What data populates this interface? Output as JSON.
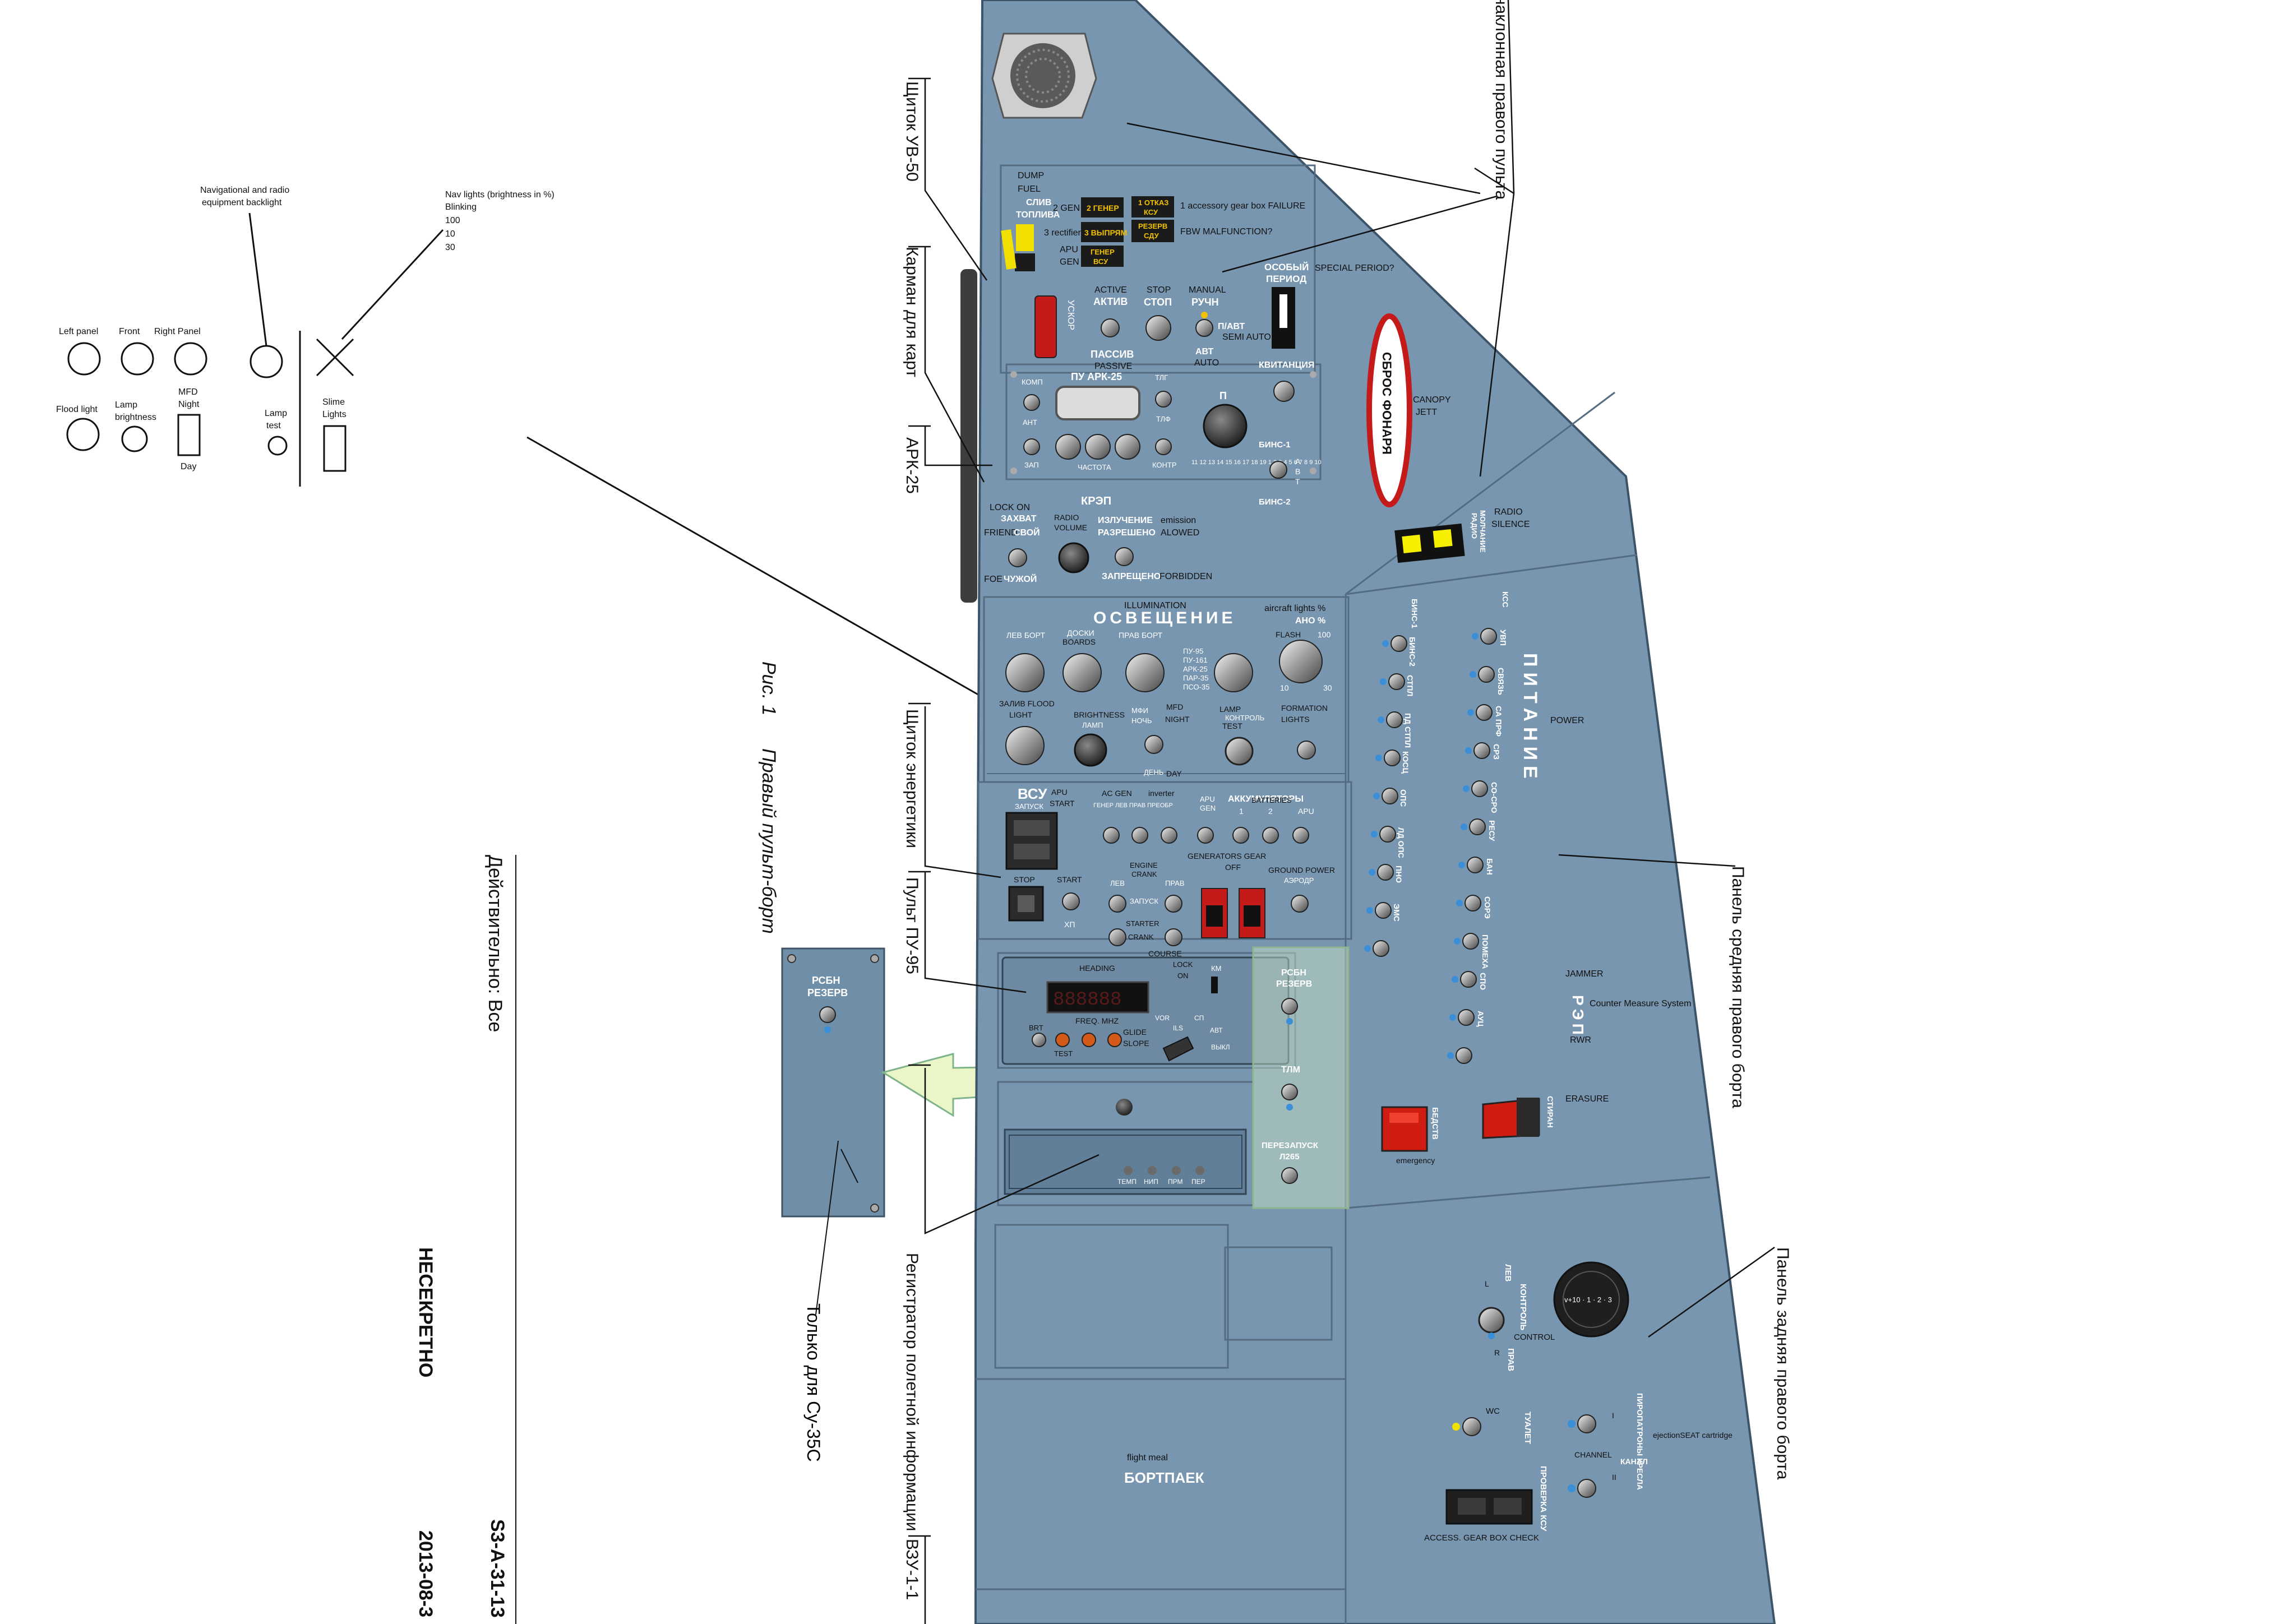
{
  "legend": {
    "left_panel": "Left panel",
    "front": "Front",
    "right_panel": "Right Panel",
    "nav_radio_1": "Navigational and radio",
    "nav_radio_2": "equipment backlight",
    "nav_lights_1": "Nav lights (brightness in %)",
    "nav_lights_2": "Blinking",
    "nav_lights_3": "100",
    "nav_lights_4": "10",
    "nav_lights_5": "30",
    "flood_light": "Flood light",
    "lamp_brightness_1": "Lamp",
    "lamp_brightness_2": "brightness",
    "mfd_1": "MFD",
    "mfd_2": "Night",
    "day": "Day",
    "lamp_test_1": "Lamp",
    "lamp_test_2": "test",
    "slime_1": "Slime",
    "slime_2": "Lights"
  },
  "callouts": {
    "uv50": "Щиток УВ-50",
    "map_pocket": "Карман для карт",
    "ark25": "АРК-25",
    "energy": "Щиток энергетики",
    "pu95": "Пульт ПУ-95",
    "flight_recorder": "Регистратор полетной информации",
    "vzu": "ВЗУ-1-1",
    "inclined_panel": "Панель наклонная правого пульта",
    "middle_panel": "Панель средняя правого борта",
    "rear_panel": "Панель задняя правого борта",
    "su35s_only": "Только для Су-35С"
  },
  "figure": {
    "caption_num": "Рис. 1",
    "caption_text": "Правый пульт-борт",
    "validity": "Действительно: Все",
    "classification": "НЕСЕКРЕТНО",
    "doc_code": "S3-A-31-13",
    "date": "2013-08-3"
  },
  "warning_panel": {
    "dump_fuel_1": "DUMP",
    "dump_fuel_2": "FUEL",
    "sliv_1": "СЛИВ",
    "sliv_2": "ТОПЛИВА",
    "gen2_en": "2 GEN",
    "gen2_ru": "2 ГЕНЕР",
    "otkaz_1": "1 ОТКАЗ",
    "otkaz_2": "КСУ",
    "accessory_failure": "1 accessory gear box FAILURE",
    "rectifier_en": "3 rectifier",
    "rectifier_ru": "3 ВЫПРЯМ",
    "rezerv_1": "РЕЗЕРВ",
    "rezerv_2": "СДУ",
    "fbw": "FBW MALFUNCTION?",
    "apu_gen_1": "APU",
    "apu_gen_2": "GEN",
    "gener_1": "ГЕНЕР",
    "gener_2": "ВСУ"
  },
  "activity": {
    "uskor": "УСКОР",
    "active_en": "ACTIVE",
    "active_ru": "АКТИВ",
    "passive_ru": "ПАССИВ",
    "passive_en": "PASSIVE",
    "stop_en": "STOP",
    "stop_ru": "СТОП",
    "manual_en": "MANUAL",
    "manual_ru": "РУЧН",
    "pi_avt": "П/АВТ",
    "semi_auto": "SEMI AUTO",
    "avt": "АВТ",
    "auto": "AUTO",
    "osoby_1": "ОСОБЫЙ",
    "osoby_2": "ПЕРИОД",
    "special_period": "SPECIAL PERIOD?",
    "kvitanciya": "КВИТАНЦИЯ",
    "canopy_ru": "СБРОС ФОНАРЯ",
    "canopy_en_1": "CANOPY",
    "canopy_en_2": "JETT"
  },
  "ark25": {
    "title": "ПУ АРК-25",
    "komp": "КОМП",
    "ant": "АНТ",
    "tlg": "ТЛГ",
    "tlf": "ТЛФ",
    "zap": "ЗАП",
    "chastota": "ЧАСТОТА",
    "kontr": "КОНТР",
    "dial_numbers": "11 12 13 14 15 16 17 18 19 1 2 3 4 5 6 7 8 9 10",
    "p": "П",
    "bins1": "БИНС-1",
    "a": "А",
    "v": "В",
    "t": "Т",
    "bins2": "БИНС-2"
  },
  "krep": {
    "title": "КРЭП",
    "lock_on": "LOCK ON",
    "zahvat": "ЗАХВАТ",
    "friend_en": "FRIEND",
    "friend_ru": "СВОЙ",
    "foe_en": "FOE",
    "foe_ru": "ЧУЖОЙ",
    "radio_1": "RADIO",
    "radio_2": "VOLUME",
    "izluchenie": "ИЗЛУЧЕНИЕ",
    "emission": "emission",
    "razresheno": "РАЗРЕШЕНО",
    "allowed": "ALOWED",
    "zapresheno": "ЗАПРЕЩЕНО",
    "forbidden": "FORBIDDEN",
    "radio_silence_1": "RADIO",
    "radio_silence_2": "SILENCE",
    "radio_mol_1": "РАДИО",
    "radio_mol_2": "МОЛЧАНИЕ"
  },
  "lighting": {
    "illumination": "ILLUMINATION",
    "title": "ОСВЕЩЕНИЕ",
    "aircraft_lights": "aircraft lights %",
    "ano": "АНО %",
    "flash": "FLASH",
    "n100": "100",
    "n10": "10",
    "n30": "30",
    "lev_bort": "ЛЕВ БОРТ",
    "doski_ru": "ДОСКИ",
    "boards": "BOARDS",
    "prav_bort": "ПРАВ БОРТ",
    "pu_list_1": "ПУ-95",
    "pu_list_2": "ПУ-161",
    "pu_list_3": "АРК-25",
    "pu_list_4": "ПАР-35",
    "pu_list_5": "ПСО-35",
    "flood_1": "ЗАЛИВ FLOOD",
    "flood_2": "LIGHT",
    "brightness": "BRIGHTNESS",
    "lamp_ru": "ЛАМП",
    "mfi_ru": "МФИ",
    "mfd": "MFD",
    "noch": "НОЧЬ",
    "night": "NIGHT",
    "den": "ДЕНЬ",
    "day": "DAY",
    "lamp_en": "LAMP",
    "kontrol": "КОНТРОЛЬ",
    "test": "TEST",
    "formation_1": "FORMATION",
    "formation_2": "LIGHTS"
  },
  "power": {
    "title": "ПИТАНИЕ",
    "power_en": "POWER",
    "col1": [
      "БИНС-1",
      "БИНС-2",
      "СТПЛ",
      "ПД СТПЛ",
      "КОСЦ",
      "ОПС",
      "ЛД ОПС",
      "ПНО",
      "ЭМС"
    ],
    "col2": [
      "КСС",
      "УВП",
      "СВЯЗЬ",
      "СА ПРФ",
      "СРЗ",
      "СО-СРО",
      "РЕСУ",
      "БАН",
      "СОРЭ",
      "ПОМЕХА",
      "СПО",
      "АУЦ"
    ],
    "rep": "РЭП",
    "jammer": "JAMMER",
    "cms": "Counter Measure System",
    "rwr": "RWR",
    "erasure": "ERASURE",
    "stiran": "СТИРАН",
    "bedstv": "БЕДСТВ",
    "emergency": "emergency"
  },
  "energy": {
    "vsu": "ВСУ",
    "zapusk": "ЗАПУСК",
    "apu_start_1": "APU",
    "apu_start_2": "START",
    "stop": "STOP",
    "start": "START",
    "hp": "ХП",
    "ac_gen": "AC GEN",
    "inverter": "inverter",
    "gen_row": "ГЕНЕР ЛЕВ ПРАВ ПРЕОБР",
    "apu_gen_1": "APU",
    "apu_gen_2": "GEN",
    "batteries": "АККУМУЛЯТОРЫ",
    "batteries_en": "BATTERIES",
    "b1": "1",
    "b2": "2",
    "b_apu": "APU",
    "engine": "ENGINE",
    "crank": "CRANK",
    "lev": "ЛЕВ",
    "prav": "ПРАВ",
    "start_ru": "ЗАПУСК",
    "starter": "STARTER",
    "crank2": "CRANK",
    "gen_gear_1": "GENERATORS GEAR",
    "gen_gear_2": "OFF",
    "ground_power": "GROUND POWER",
    "aerodrom": "АЭРОДР"
  },
  "pu95": {
    "heading": "HEADING",
    "course": "COURSE",
    "lock": "LOCK",
    "on": "ON",
    "km": "КМ",
    "display": "888888",
    "freq": "FREQ. MHZ",
    "test": "TEST",
    "glide": "GLIDE",
    "slope": "SLOPE",
    "vor": "VOR",
    "ils": "ILS",
    "sp": "СП",
    "avt": "АВТ",
    "vykl": "ВЫКЛ",
    "brt": "BRT",
    "rsbn_1": "РСБН",
    "rsbn_2": "РЕЗЕРВ",
    "tlm": "ТЛМ",
    "perezapusk_1": "ПЕРЕЗАПУСК",
    "perezapusk_2": "Л265",
    "lamps": [
      "ТЕМП",
      "НИП",
      "ПРМ",
      "ПЕР"
    ]
  },
  "rear": {
    "lev": "ЛЕВ",
    "l": "L",
    "kontrol": "КОНТРОЛЬ",
    "control": "CONTROL",
    "r": "R",
    "prav": "ПРАВ",
    "dial": "v+10 · 1 · 2 · 3",
    "wc": "WC",
    "tualet": "ТУАЛЕТ",
    "channel": "CHANNEL",
    "kanal": "КАНАЛ",
    "ch1": "I",
    "ch2": "II",
    "pyro_1": "ПИРОПАТРОНЫ КРЕСЛА",
    "ejection": "ejectionSEAT cartridge",
    "proverka": "ПРОВЕРКА КСУ",
    "access_check": "ACCESS. GEAR BOX CHECK",
    "flight_meal": "flight meal",
    "bortpaek": "БОРТПАЕК"
  },
  "inset": {
    "rsbn_1": "РСБН",
    "rsbn_2": "РЕЗЕРВ"
  }
}
